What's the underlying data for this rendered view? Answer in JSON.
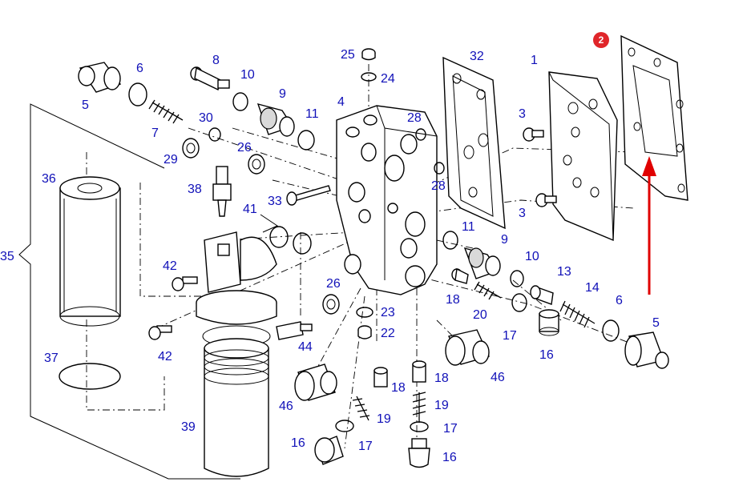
{
  "badge": {
    "text": "2",
    "color": "#e0262a"
  },
  "arrow_color": "#e00000",
  "label_color": "#1010b8",
  "labels": [
    "1",
    "3",
    "3",
    "4",
    "5",
    "5",
    "6",
    "6",
    "7",
    "8",
    "9",
    "9",
    "10",
    "10",
    "11",
    "11",
    "13",
    "14",
    "16",
    "16",
    "16",
    "17",
    "17",
    "17",
    "18",
    "18",
    "18",
    "19",
    "19",
    "20",
    "22",
    "23",
    "24",
    "25",
    "26",
    "26",
    "28",
    "28",
    "29",
    "30",
    "32",
    "33",
    "35",
    "36",
    "37",
    "38",
    "39",
    "41",
    "42",
    "42",
    "44",
    "46",
    "46"
  ]
}
